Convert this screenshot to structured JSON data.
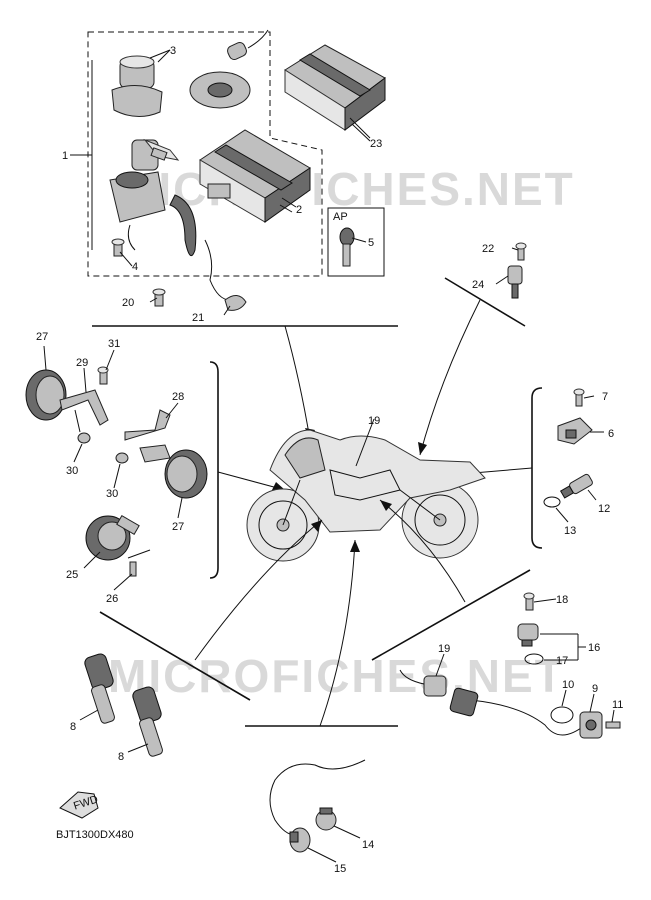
{
  "watermark": "MICROFICHES.NET",
  "diagram_code": "BJT1300DX480",
  "ap_label": "AP",
  "fwd_label": "FWD",
  "callouts": {
    "c1": "1",
    "c2": "2",
    "c3": "3",
    "c4": "4",
    "c5": "5",
    "c6": "6",
    "c7": "7",
    "c8a": "8",
    "c8b": "8",
    "c9": "9",
    "c10": "10",
    "c11": "11",
    "c12": "12",
    "c13": "13",
    "c14": "14",
    "c15": "15",
    "c16": "16",
    "c17": "17",
    "c18": "18",
    "c19a": "19",
    "c19b": "19",
    "c20": "20",
    "c21": "21",
    "c22": "22",
    "c23": "23",
    "c24": "24",
    "c25": "25",
    "c26": "26",
    "c27a": "27",
    "c27b": "27",
    "c28": "28",
    "c29": "29",
    "c30a": "30",
    "c30b": "30",
    "c31": "31"
  }
}
